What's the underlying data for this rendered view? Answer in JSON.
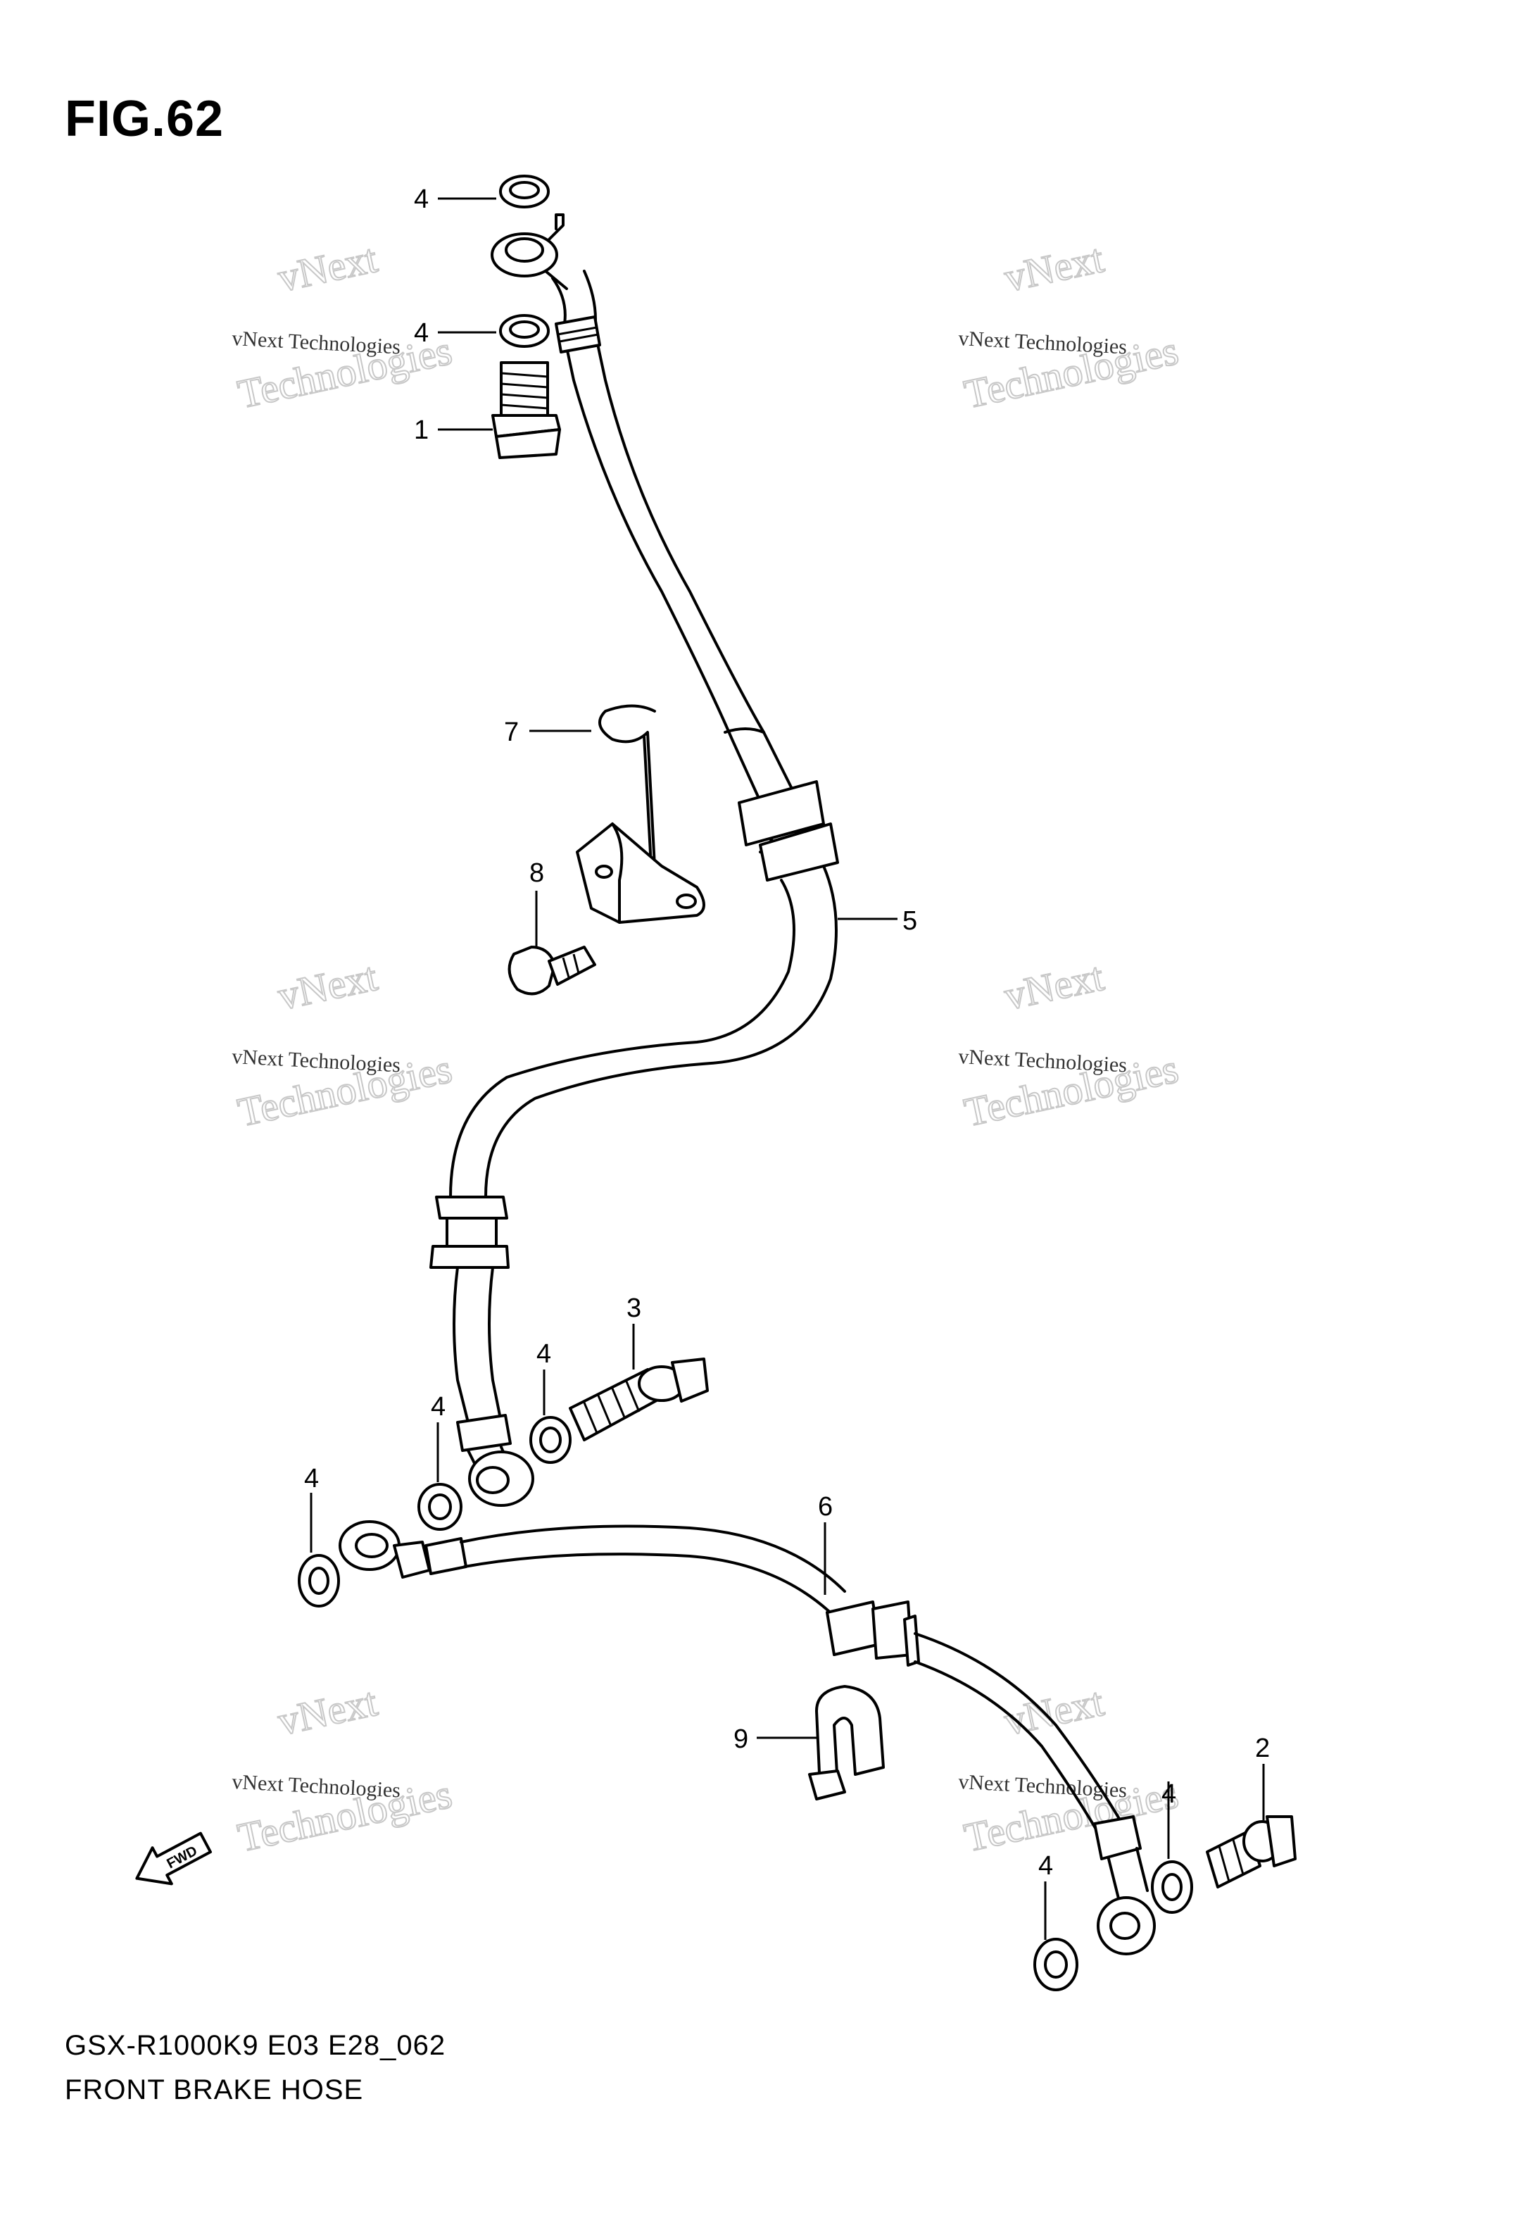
{
  "figure": {
    "title": "FIG.62",
    "model_code": "GSX-R1000K9 E03 E28_062",
    "name": "FRONT BRAKE HOSE"
  },
  "watermark": {
    "line1": "vNext Technologies",
    "line2": "vNext",
    "line3": "Technologies"
  },
  "callouts": {
    "washer_top_outer": "4",
    "washer_top_inner": "4",
    "union_bolt_top": "1",
    "clamp_wire": "7",
    "bolt_bracket": "8",
    "upper_hose": "5",
    "union_bolt_mid": "3",
    "washer_mid_right": "4",
    "washer_mid_left": "4",
    "washer_left": "4",
    "lower_hose": "6",
    "grommet_clamp": "9",
    "union_bolt_right": "2",
    "washer_right_upper": "4",
    "washer_right_lower": "4"
  },
  "fwd_arrow": {
    "label": "FWD",
    "icon": "forward-arrow-icon"
  }
}
